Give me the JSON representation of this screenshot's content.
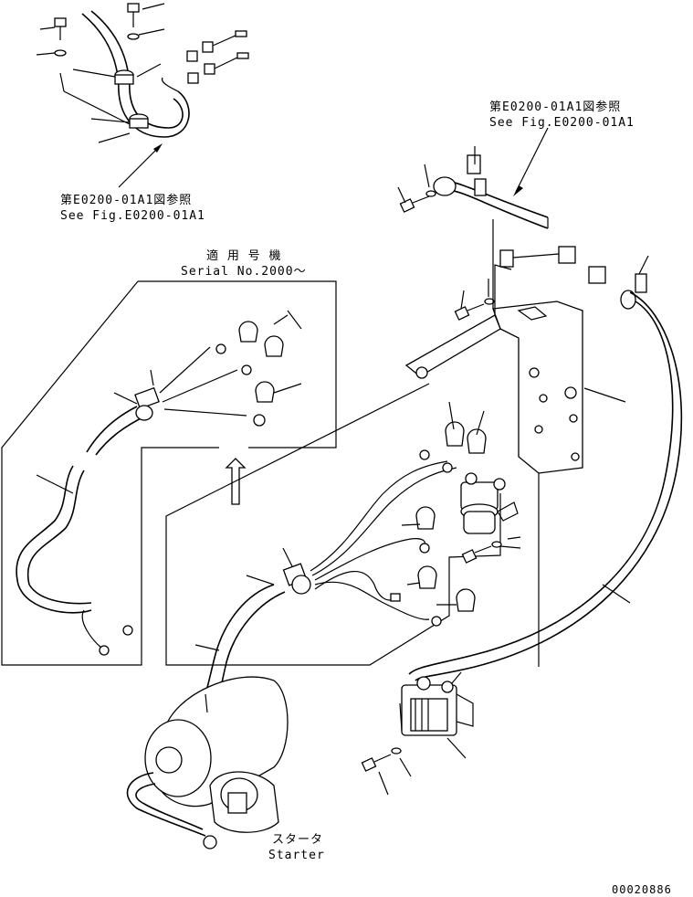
{
  "labels": {
    "ref_top_left_jp": "第E0200-01A1図参照",
    "ref_top_left_en": "See Fig.E0200-01A1",
    "ref_top_right_jp": "第E0200-01A1図参照",
    "ref_top_right_en": "See Fig.E0200-01A1",
    "serial_jp": "適 用 号 機",
    "serial_en": "Serial No.2000～",
    "starter_jp": "スタータ",
    "starter_en": "Starter",
    "drawing_number": "00020886"
  }
}
